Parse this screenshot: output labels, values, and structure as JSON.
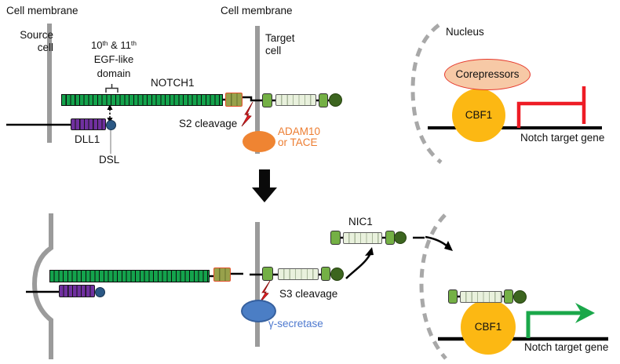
{
  "colors": {
    "notch_green": "#14a34c",
    "dll1_purple": "#7030a0",
    "olive_segment_fill": "#98a14b",
    "olive_segment_border": "#e2512a",
    "lime_square": "#74b045",
    "pale_repeat": "#e9f1dd",
    "dark_green_circle": "#3c651f",
    "dsl_blue": "#2b5885",
    "membrane_gray": "#9b9b9b",
    "nucleus_dash_gray": "#a8a8a8",
    "adam_orange": "#ef8432",
    "adam_text_orange": "#ed7d31",
    "gamma_secretase_blue": "#4b7ec5",
    "gamma_text_blue": "#4e79cf",
    "corepressor_fill": "#f7c9a6",
    "corepressor_border": "#e63a2d",
    "cbf1_yellow": "#fcb813",
    "cleavage_bolt_red": "#e31e24",
    "inhibition_red": "#ee1c25",
    "transcription_green": "#1aa74a"
  },
  "source_cell": {
    "membrane_label": "Cell membrane",
    "cell_label": "Source\ncell",
    "egf_num1": "10",
    "egf_sup1": "th",
    "egf_mid": " & 11",
    "egf_sup2": "th",
    "egf_line2": "EGF-like",
    "egf_line3": "domain",
    "notch1_label": "NOTCH1",
    "dll1_label": "DLL1",
    "dsl_label": "DSL"
  },
  "target_cell": {
    "membrane_label": "Cell membrane",
    "cell_label": "Target\ncell",
    "s2_label": "S2 cleavage",
    "adam_label": "ADAM10\nor TACE"
  },
  "nucleus_top": {
    "label": "Nucleus",
    "corepressors_label": "Corepressors",
    "cbf1_label": "CBF1",
    "gene_label": "Notch target gene"
  },
  "cleaved_state": {
    "s3_label": "S3 cleavage",
    "gamma_label": "γ-secretase",
    "nic1_label": "NIC1"
  },
  "nucleus_bottom": {
    "cbf1_label": "CBF1",
    "gene_label": "Notch target gene"
  }
}
